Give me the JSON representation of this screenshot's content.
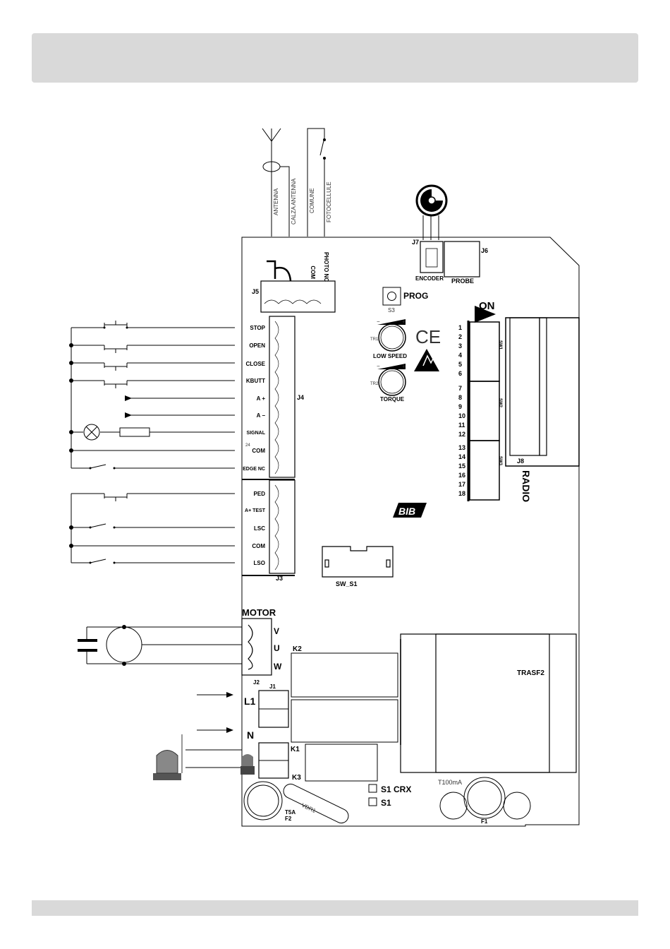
{
  "wire_labels": {
    "antenna": "ANTENNA",
    "antenna_shield": "CALZA ANTENNA",
    "common": "COMUNE",
    "photocells": "FOTOCELLULE"
  },
  "board": {
    "j5": "J5",
    "j5_com": "COM",
    "j5_photo": "PHOTO NC",
    "j7": "J7",
    "j6": "J6",
    "encoder": "ENCODER",
    "probe": "PROBE",
    "prog": "PROG",
    "s3": "S3",
    "tr1": "TR1",
    "tr2": "TR2",
    "low_speed": "LOW SPEED",
    "torque": "TORQUE",
    "plus": "+",
    "minus": "−",
    "ce": "CE",
    "on": "ON",
    "dip_numbers": [
      "1",
      "2",
      "3",
      "4",
      "5",
      "6",
      "7",
      "8",
      "9",
      "10",
      "11",
      "12",
      "13",
      "14",
      "15",
      "16",
      "17",
      "18"
    ],
    "sw1": "SW1",
    "sw2": "SW2",
    "sw3": "SW3",
    "j8": "J8",
    "radio": "RADIO",
    "j4": "J4",
    "j4_terminals": [
      "STOP",
      "OPEN",
      "CLOSE",
      "KBUTT",
      "A +",
      "A −",
      "SIGNAL",
      "COM",
      "EDGE NC"
    ],
    "j4_note": "24",
    "j3": "J3",
    "j3_terminals": [
      "PED",
      "A+ TEST",
      "LSC",
      "COM",
      "LSO"
    ],
    "sw_s1": "SW_S1",
    "logo": "BIB",
    "motor": "MOTOR",
    "motor_terminals": [
      "V",
      "U",
      "W"
    ],
    "j2": "J2",
    "j1": "J1",
    "k1": "K1",
    "k2": "K2",
    "k3": "K3",
    "l1": "L1",
    "n": "N",
    "trasf": "TRASF2",
    "t100": "T100mA",
    "f1": "F1",
    "t5a": "T5A",
    "f2": "F2",
    "vdr": "VDR1",
    "s1crx": "S1 CRX",
    "s1": "S1"
  },
  "colors": {
    "header": "#d9d9d9",
    "line": "#000000"
  }
}
